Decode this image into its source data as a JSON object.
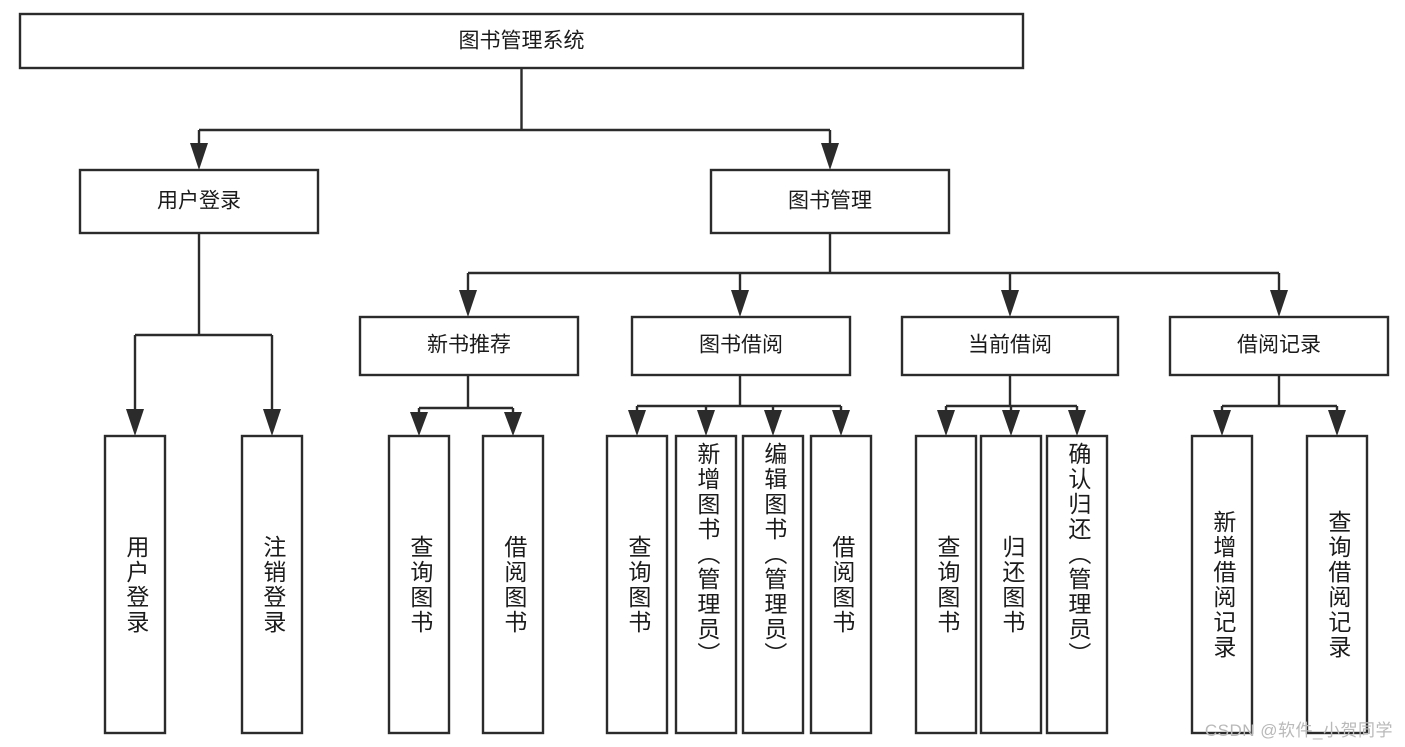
{
  "diagram": {
    "type": "hierarchy-tree",
    "title": "图书管理系统",
    "watermark": "CSDN @软件_小贺同学",
    "colors": {
      "stroke": "#2b2b2b",
      "fill": "#ffffff",
      "text": "#1b1b1b",
      "watermark": "#b9b9b9",
      "background": "#ffffff"
    },
    "levels": {
      "root": {
        "label": "图书管理系统"
      },
      "level2": [
        {
          "label": "用户登录"
        },
        {
          "label": "图书管理"
        }
      ],
      "level3": [
        {
          "label": "新书推荐"
        },
        {
          "label": "图书借阅"
        },
        {
          "label": "当前借阅"
        },
        {
          "label": "借阅记录"
        }
      ],
      "leaves": [
        {
          "label": "用户登录",
          "parent": "用户登录"
        },
        {
          "label": "注销登录",
          "parent": "用户登录"
        },
        {
          "label": "查询图书",
          "parent": "新书推荐"
        },
        {
          "label": "借阅图书",
          "parent": "新书推荐"
        },
        {
          "label": "查询图书",
          "parent": "图书借阅"
        },
        {
          "label": "新增图书（管理员）",
          "parent": "图书借阅"
        },
        {
          "label": "编辑图书（管理员）",
          "parent": "图书借阅"
        },
        {
          "label": "借阅图书",
          "parent": "图书借阅"
        },
        {
          "label": "查询图书",
          "parent": "当前借阅"
        },
        {
          "label": "归还图书",
          "parent": "当前借阅"
        },
        {
          "label": "确认归还（管理员）",
          "parent": "当前借阅"
        },
        {
          "label": "新增借阅记录",
          "parent": "借阅记录"
        },
        {
          "label": "查询借阅记录",
          "parent": "借阅记录"
        }
      ]
    }
  }
}
